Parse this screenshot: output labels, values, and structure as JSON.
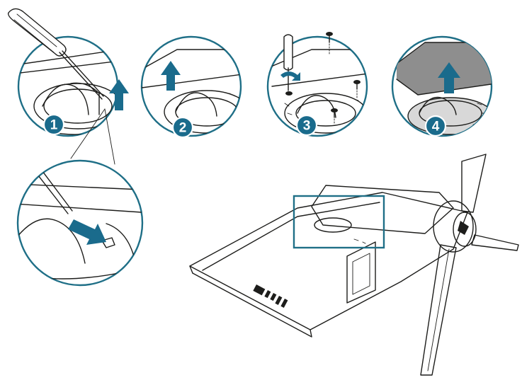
{
  "steps": [
    {
      "number": "1",
      "action": "pry-cover-with-screwdriver"
    },
    {
      "number": "2",
      "action": "lift-cover"
    },
    {
      "number": "3",
      "action": "remove-screws"
    },
    {
      "number": "4",
      "action": "remove-stand"
    }
  ],
  "colors": {
    "accent": "#1a6b8c",
    "frame": "#1f6f87",
    "outline": "#1d1d1b",
    "cover_grey": "#8e8e8e"
  },
  "icons": [
    "screwdriver-icon",
    "up-arrow-icon",
    "screw-icon",
    "rotate-arrow-icon",
    "push-arrow-icon"
  ]
}
